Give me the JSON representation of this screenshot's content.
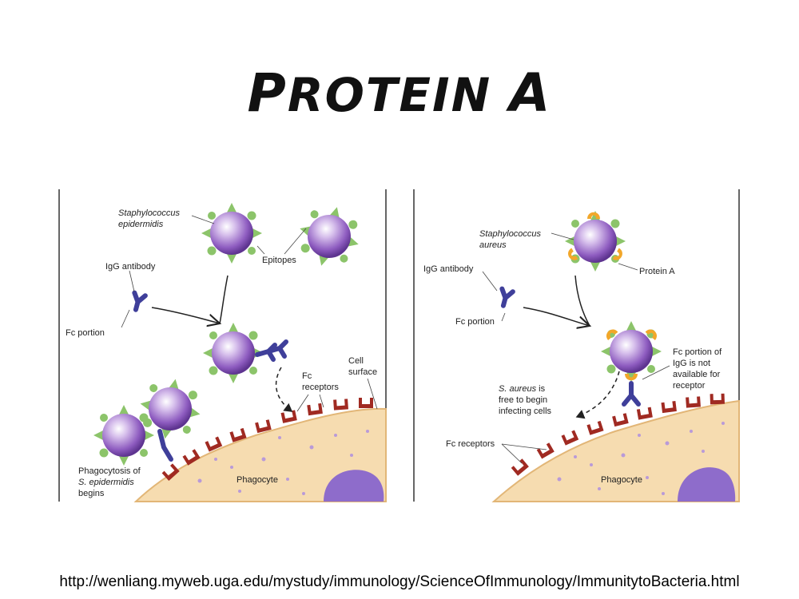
{
  "slide": {
    "title_first": "P",
    "title_rest": "ROTEIN ",
    "title_last": "A",
    "source_url": "http://wenliang.myweb.uga.edu/mystudy/immunology/ScienceOfImmunology/ImmunitytoBacteria.html"
  },
  "left_panel": {
    "organism_line1": "Staphylococcus",
    "organism_line2": "epidermidis",
    "epitopes": "Epitopes",
    "igg_antibody": "IgG antibody",
    "fc_portion": "Fc portion",
    "fc_receptors_line1": "Fc",
    "fc_receptors_line2": "receptors",
    "cell_surface_line1": "Cell",
    "cell_surface_line2": "surface",
    "phagocytosis_line1": "Phagocytosis of",
    "phagocytosis_line2": "S. epidermidis",
    "phagocytosis_line3": "begins",
    "phagocyte": "Phagocyte"
  },
  "right_panel": {
    "organism_line1": "Staphylococcus",
    "organism_line2": "aureus",
    "protein_a": "Protein A",
    "igg_antibody": "IgG antibody",
    "fc_portion": "Fc portion",
    "fc_note_line1": "Fc portion of",
    "fc_note_line2": "IgG is not",
    "fc_note_line3": "available for",
    "fc_note_line4": "receptor",
    "free_line1_italic": "S. aureus",
    "free_line1_rest": " is",
    "free_line2": "free to begin",
    "free_line3": "infecting cells",
    "fc_receptors": "Fc receptors",
    "phagocyte": "Phagocyte"
  },
  "colors": {
    "bacterium": "#8e5cc0",
    "epitope_triangle": "#8cc46a",
    "epitope_dot": "#8cc46a",
    "antibody": "#3f3f9a",
    "protein_a": "#f2a72a",
    "receptor": "#a02a22",
    "phagocyte": "#f6dcb0",
    "phagocyte_edge": "#e2b677",
    "nucleus": "#8e6ccb"
  }
}
